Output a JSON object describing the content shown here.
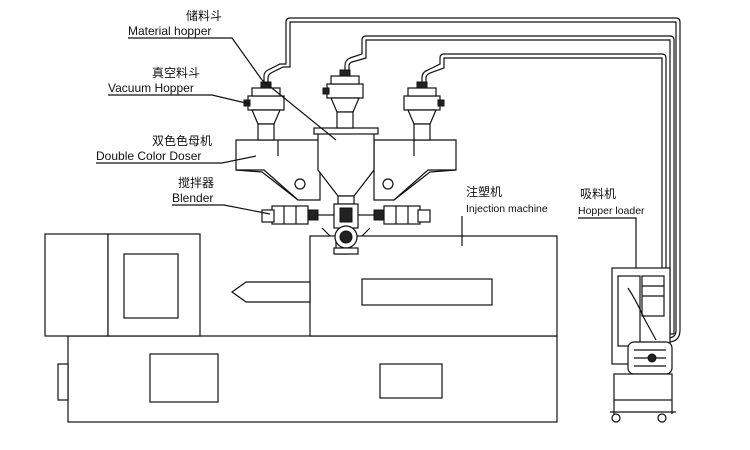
{
  "labels": {
    "material_hopper": {
      "zh": "储料斗",
      "en": "Material hopper"
    },
    "vacuum_hopper": {
      "zh": "真空料斗",
      "en": "Vacuum Hopper"
    },
    "double_color_doser": {
      "zh": "双色色母机",
      "en": "Double Color Doser"
    },
    "blender": {
      "zh": "搅拌器",
      "en": "Blender"
    },
    "injection_machine": {
      "zh": "注塑机",
      "en": "Injection machine"
    },
    "hopper_loader": {
      "zh": "吸料机",
      "en": "Hopper loader"
    }
  },
  "colors": {
    "line": "#111111",
    "background": "#ffffff"
  }
}
